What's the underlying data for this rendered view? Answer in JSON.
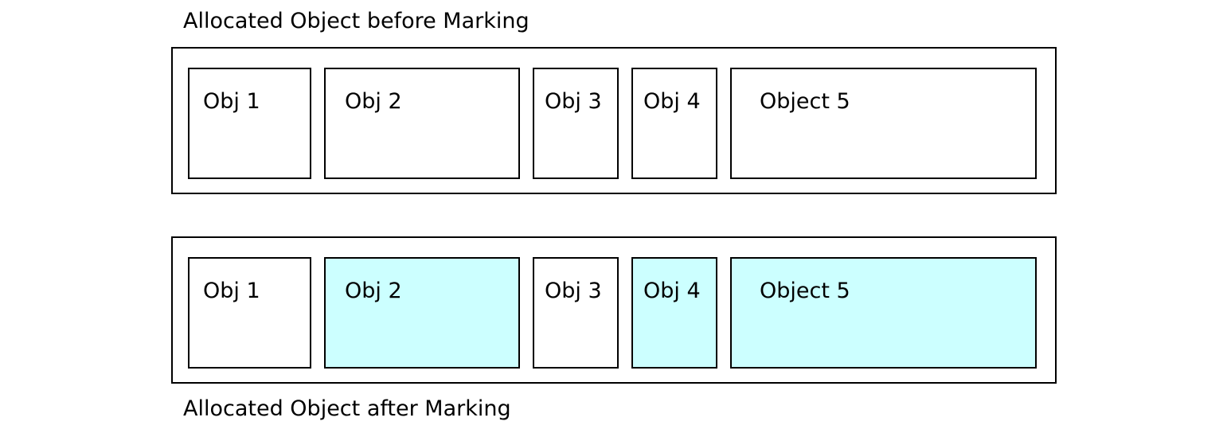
{
  "before": {
    "caption": "Allocated Object before Marking",
    "objects": [
      {
        "label": "Obj 1",
        "marked": false
      },
      {
        "label": "Obj 2",
        "marked": false
      },
      {
        "label": "Obj 3",
        "marked": false
      },
      {
        "label": "Obj 4",
        "marked": false
      },
      {
        "label": "Object 5",
        "marked": false
      }
    ]
  },
  "after": {
    "caption": "Allocated Object after Marking",
    "objects": [
      {
        "label": "Obj 1",
        "marked": false
      },
      {
        "label": "Obj 2",
        "marked": true
      },
      {
        "label": "Obj 3",
        "marked": false
      },
      {
        "label": "Obj 4",
        "marked": true
      },
      {
        "label": "Object 5",
        "marked": true
      }
    ]
  },
  "colors": {
    "marked_fill": "#ccffff",
    "unmarked_fill": "#ffffff",
    "border": "#000000"
  }
}
